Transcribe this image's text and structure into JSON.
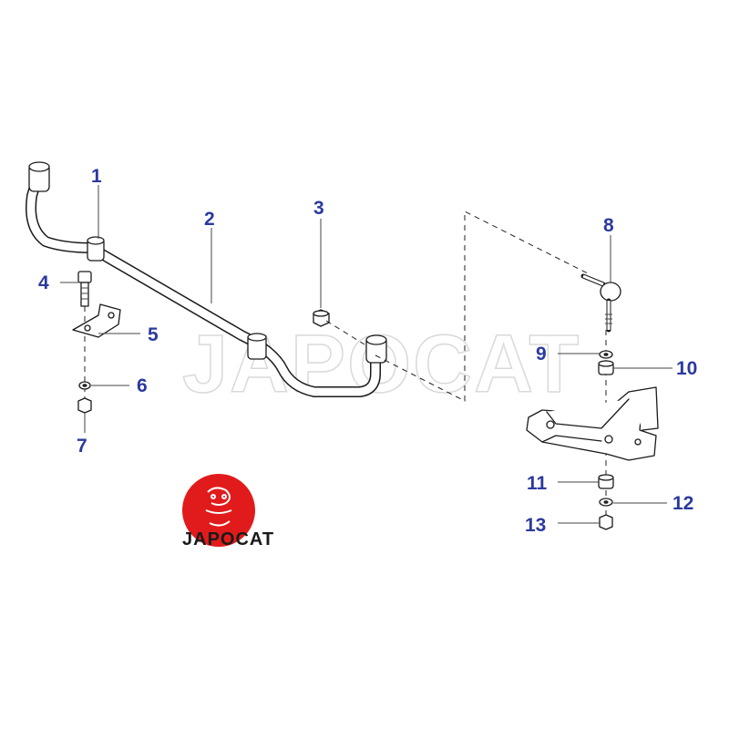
{
  "watermark": "JAPOCAT",
  "logo": {
    "text": "JAPOCAT",
    "color": "#e11b1b"
  },
  "callouts": [
    "1",
    "2",
    "3",
    "4",
    "5",
    "6",
    "7",
    "8",
    "9",
    "10",
    "11",
    "12",
    "13"
  ],
  "colors": {
    "callout": "#2b3a9e",
    "line": "#1a1a1a"
  }
}
